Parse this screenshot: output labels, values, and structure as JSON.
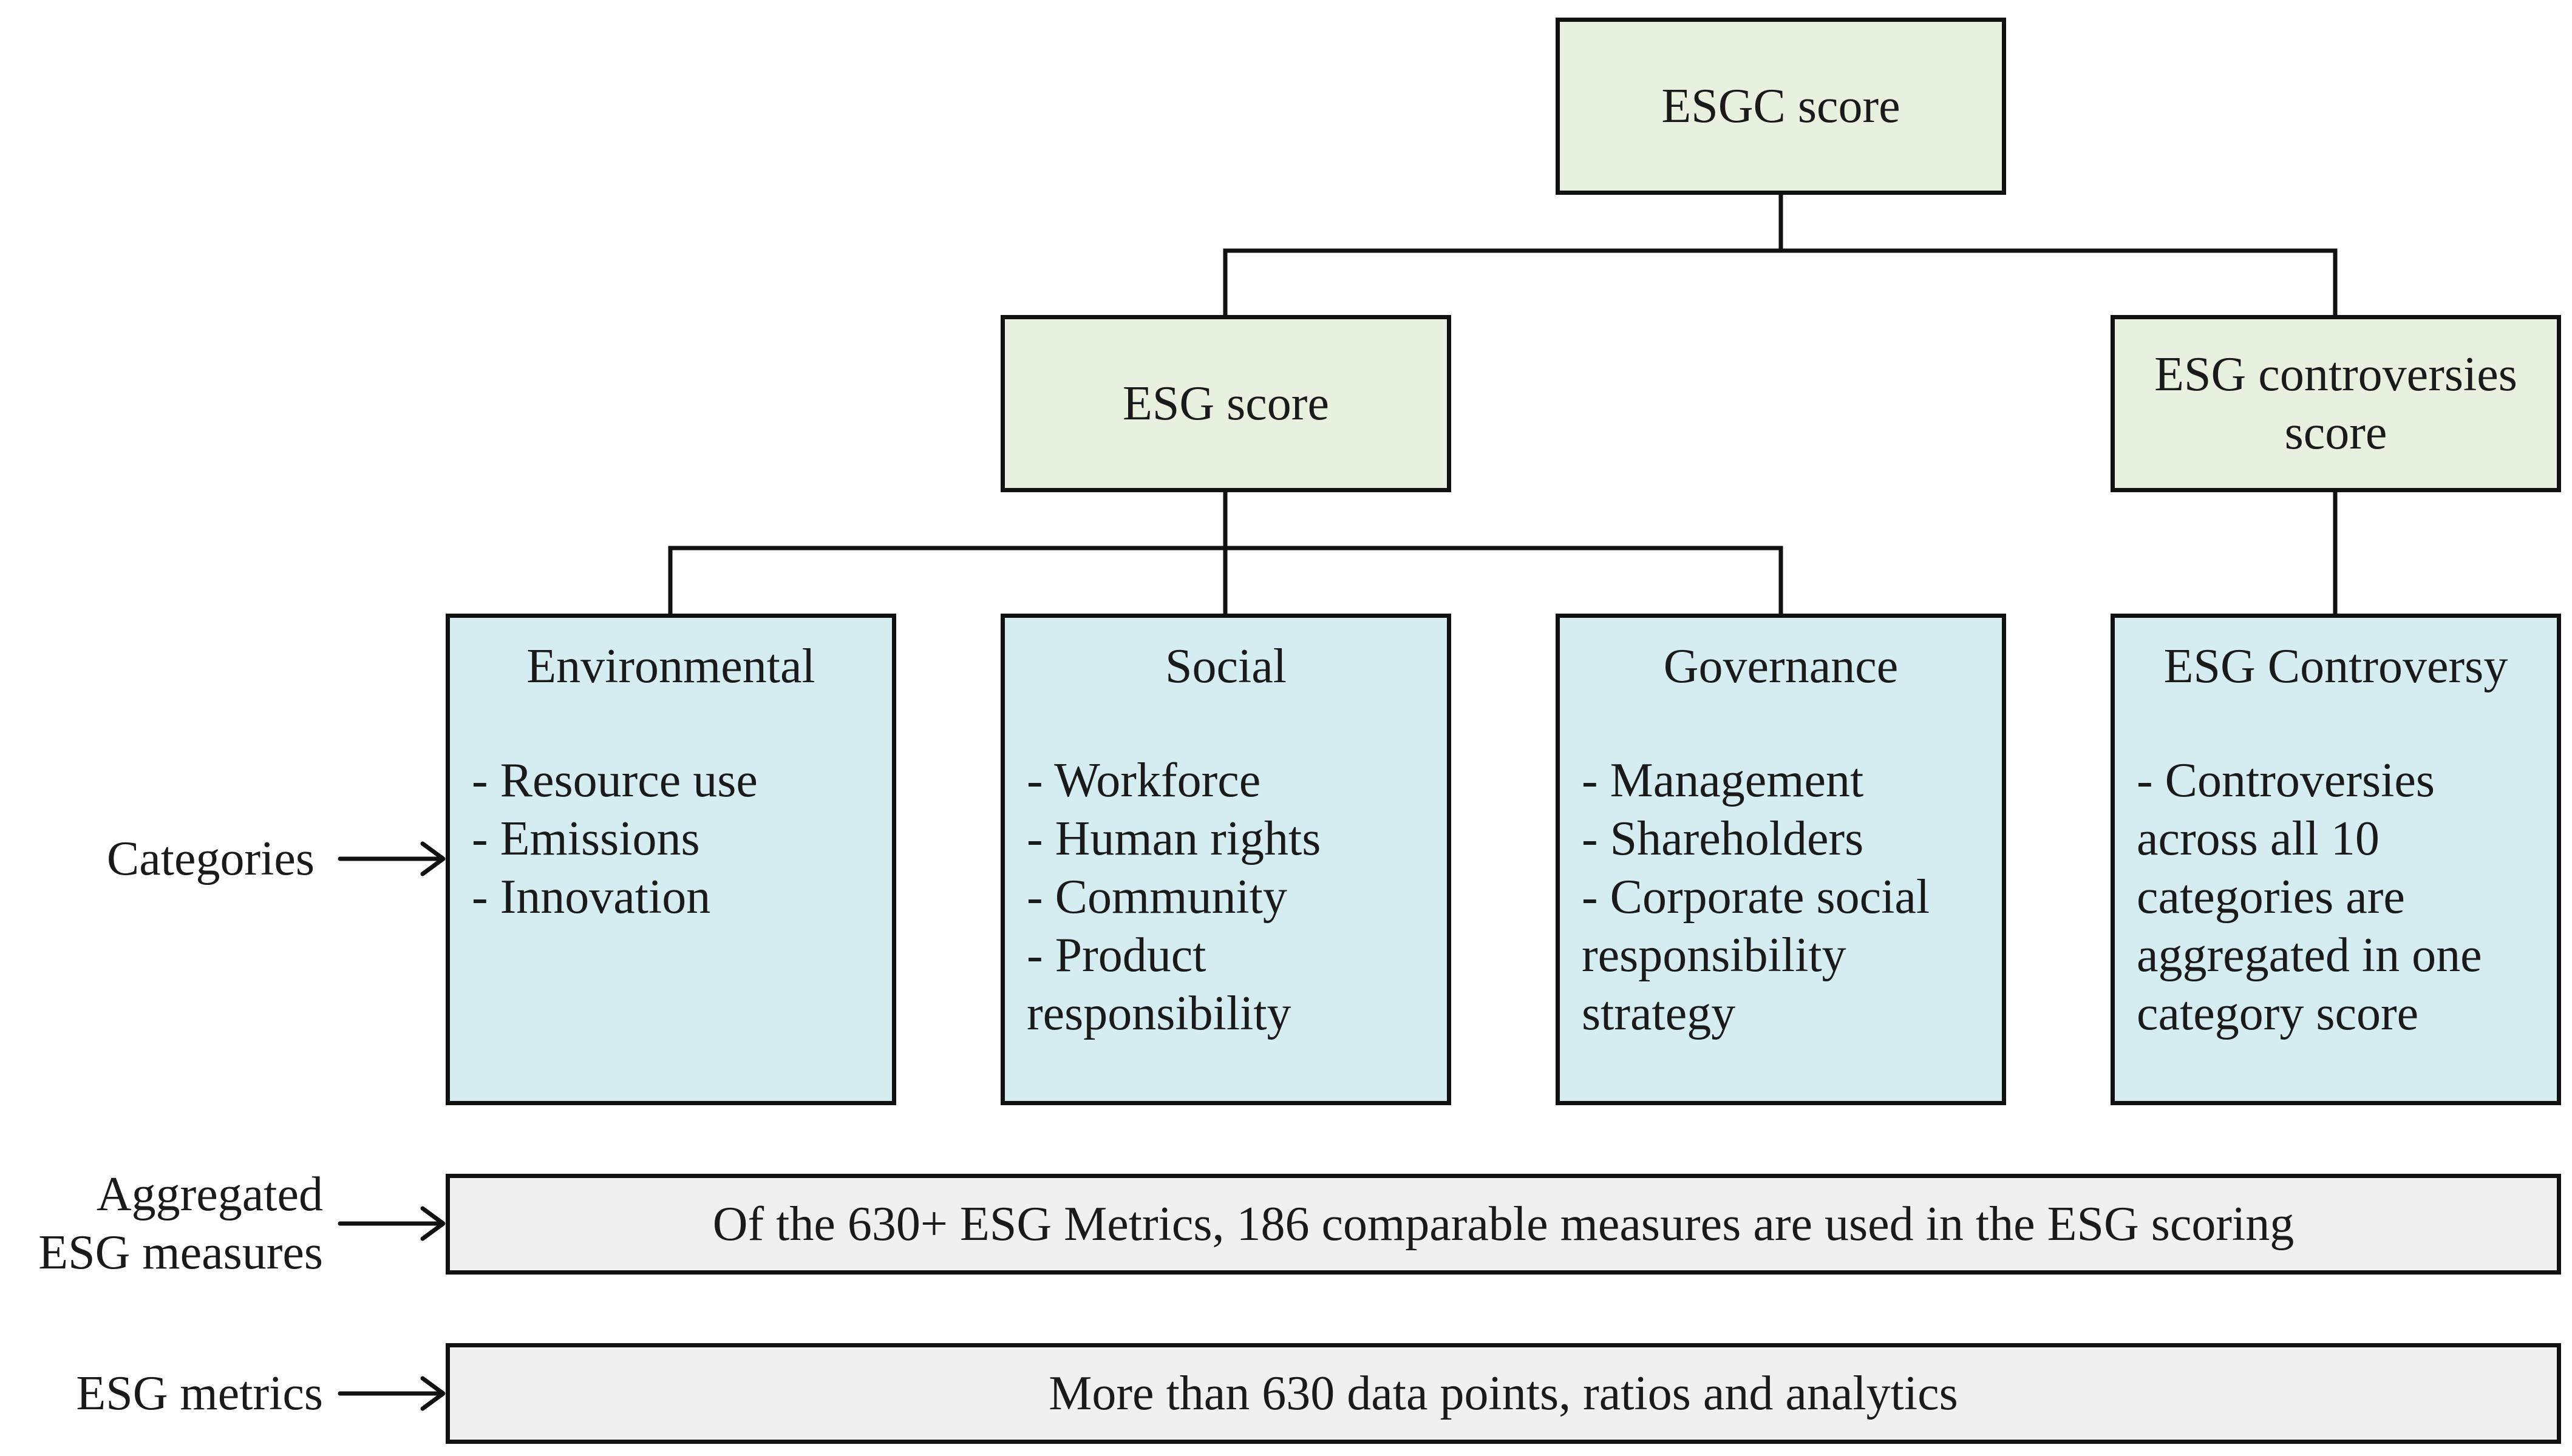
{
  "top": {
    "label": "ESGC score"
  },
  "esg_score": {
    "label": "ESG score"
  },
  "controversies_score": {
    "label": "ESG controversies score"
  },
  "categories": [
    {
      "title": "Environmental",
      "items": [
        "- Resource use",
        "- Emissions",
        "- Innovation"
      ]
    },
    {
      "title": "Social",
      "items": [
        "- Workforce",
        "- Human rights",
        "- Community",
        "- Product responsibility"
      ]
    },
    {
      "title": "Governance",
      "items": [
        "- Management",
        "- Shareholders",
        "- Corporate social responsibility strategy"
      ]
    },
    {
      "title": "ESG Controversy",
      "items": [
        "- Controversies across all 10 categories are aggregated in one category score"
      ]
    }
  ],
  "rows": {
    "categories_label": "Categories",
    "aggregated_label": "Aggregated ESG measures",
    "aggregated_text": "Of the 630+ ESG Metrics, 186 comparable measures are used in the ESG scoring",
    "metrics_label": "ESG metrics",
    "metrics_text": "More than 630 data points, ratios and analytics"
  },
  "colors": {
    "score_fill": "#e8f0df",
    "category_fill": "#d5ecf1",
    "measure_fill": "#f0f0f0",
    "border": "#111111"
  }
}
